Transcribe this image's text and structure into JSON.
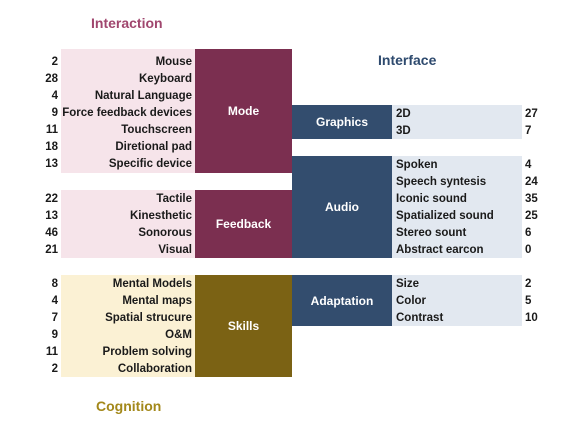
{
  "titles": {
    "interaction": "Interaction",
    "interface": "Interface",
    "cognition": "Cognition"
  },
  "colors": {
    "interaction_title": "#a0466e",
    "interface_title": "#2e4a6e",
    "cognition_title": "#a3881a",
    "mode_block": "#7b2f50",
    "interface_block": "#334d6e",
    "skills_block": "#7b6214",
    "pink_bg": "#f6e4ea",
    "blue_bg": "#e2e8f0",
    "yellow_bg": "#fbf1d4"
  },
  "mode": {
    "label": "Mode",
    "items": [
      {
        "count": "2",
        "label": "Mouse"
      },
      {
        "count": "28",
        "label": "Keyboard"
      },
      {
        "count": "4",
        "label": "Natural Language"
      },
      {
        "count": "9",
        "label": "Force feedback devices"
      },
      {
        "count": "11",
        "label": "Touchscreen"
      },
      {
        "count": "18",
        "label": "Diretional pad"
      },
      {
        "count": "13",
        "label": "Specific device"
      }
    ]
  },
  "feedback": {
    "label": "Feedback",
    "items": [
      {
        "count": "22",
        "label": "Tactile"
      },
      {
        "count": "13",
        "label": "Kinesthetic"
      },
      {
        "count": "46",
        "label": "Sonorous"
      },
      {
        "count": "21",
        "label": "Visual"
      }
    ]
  },
  "skills": {
    "label": "Skills",
    "items": [
      {
        "count": "8",
        "label": "Mental Models"
      },
      {
        "count": "4",
        "label": "Mental maps"
      },
      {
        "count": "7",
        "label": "Spatial strucure"
      },
      {
        "count": "9",
        "label": "O&M"
      },
      {
        "count": "11",
        "label": "Problem solving"
      },
      {
        "count": "2",
        "label": "Collaboration"
      }
    ]
  },
  "graphics": {
    "label": "Graphics",
    "items": [
      {
        "label": "2D",
        "count": "27"
      },
      {
        "label": "3D",
        "count": "7"
      }
    ]
  },
  "audio": {
    "label": "Audio",
    "items": [
      {
        "label": "Spoken",
        "count": "4"
      },
      {
        "label": "Speech syntesis",
        "count": "24"
      },
      {
        "label": "Iconic sound",
        "count": "35"
      },
      {
        "label": "Spatialized sound",
        "count": "25"
      },
      {
        "label": "Stereo sount",
        "count": "6"
      },
      {
        "label": "Abstract earcon",
        "count": "0"
      }
    ]
  },
  "adaptation": {
    "label": "Adaptation",
    "items": [
      {
        "label": "Size",
        "count": "2"
      },
      {
        "label": "Color",
        "count": "5"
      },
      {
        "label": "Contrast",
        "count": "10"
      }
    ]
  }
}
